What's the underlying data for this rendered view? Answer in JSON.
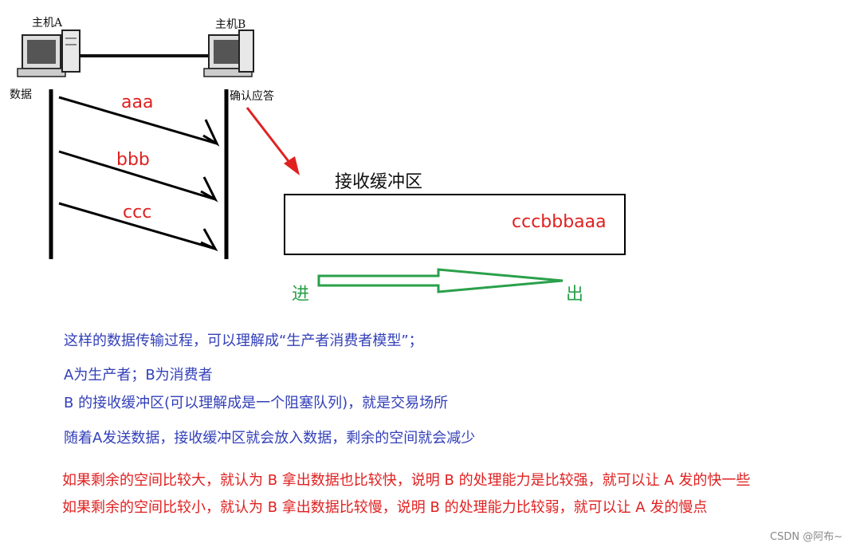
{
  "diagram": {
    "host_a_label": "主机A",
    "host_b_label": "主机B",
    "data_label": "数据",
    "ack_label": "确认应答",
    "packets": [
      "aaa",
      "bbb",
      "ccc"
    ],
    "buffer_title": "接收缓冲区",
    "buffer_content": "cccbbbaaa",
    "in_label": "进",
    "out_label": "出"
  },
  "notes": {
    "line1": "这样的数据传输过程，可以理解成“生产者消费者模型”；",
    "line2": "A为生产者；B为消费者",
    "line3": "B 的接收缓冲区(可以理解成是一个阻塞队列)，就是交易场所",
    "line4": "随着A发送数据，接收缓冲区就会放入数据，剩余的空间就会减少",
    "line5": "如果剩余的空间比较大，就认为 B 拿出数据也比较快，说明 B 的处理能力是比较强，就可以让 A 发的快一些",
    "line6": "如果剩余的空间比较小，就认为 B 拿出数据比较慢，说明 B 的处理能力比较弱，就可以让 A 发的慢点"
  },
  "watermark": "CSDN @阿布~",
  "colors": {
    "red": "#e02020",
    "green": "#2aa04a",
    "blue": "#3340b8"
  }
}
